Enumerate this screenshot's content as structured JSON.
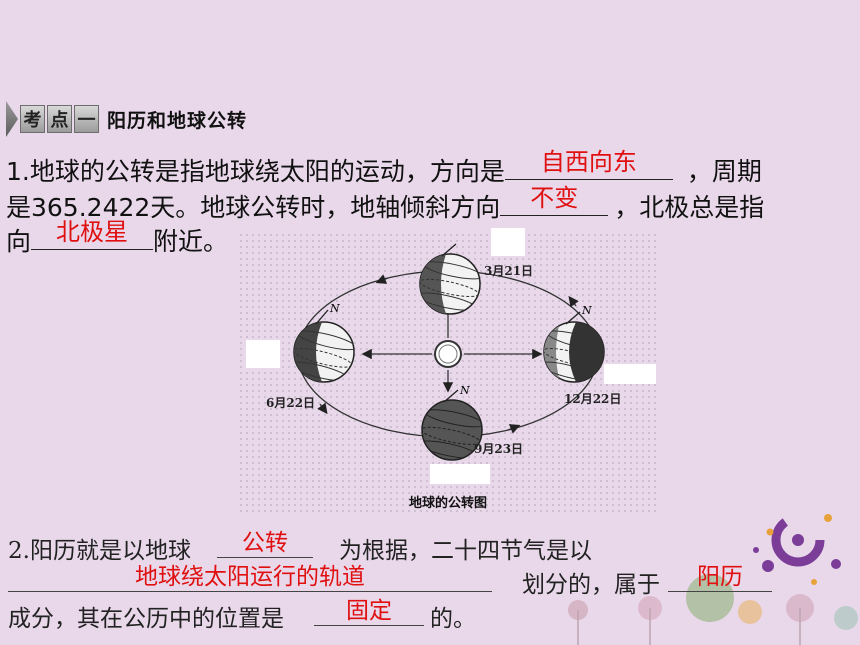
{
  "header": {
    "chars": [
      "考",
      "点",
      "一"
    ],
    "title": "阳历和地球公转"
  },
  "paragraph1": {
    "part1": "1.地球的公转是指地球绕太阳的运动，方向是",
    "answer1": "自西向东",
    "part2": "，周期",
    "part3": "是365.2422天。地球公转时，地轴倾斜方向",
    "answer2": "不变",
    "part4": "，北极总是指",
    "part5": "向",
    "answer3": "北极星",
    "part6": "附近。"
  },
  "diagram": {
    "title": "地球的公转图",
    "dates": {
      "top": "3月21日",
      "left": "6月22日",
      "right": "12月22日",
      "bottom": "9月23日"
    },
    "axis_symbol": "N"
  },
  "paragraph2": {
    "part1": "2.阳历就是以地球",
    "answer1": "公转",
    "part2": "为根据，二十四节气是以",
    "answer2": "地球绕太阳运行的轨道",
    "part3": "划分的，属于",
    "answer3": "阳历",
    "part4": "成分，其在公历中的位置是",
    "answer4": "固定",
    "part5": "的。"
  },
  "colors": {
    "background": "#e8d8ea",
    "answer": "#e01010",
    "deco_purple": "#7b3d98"
  }
}
